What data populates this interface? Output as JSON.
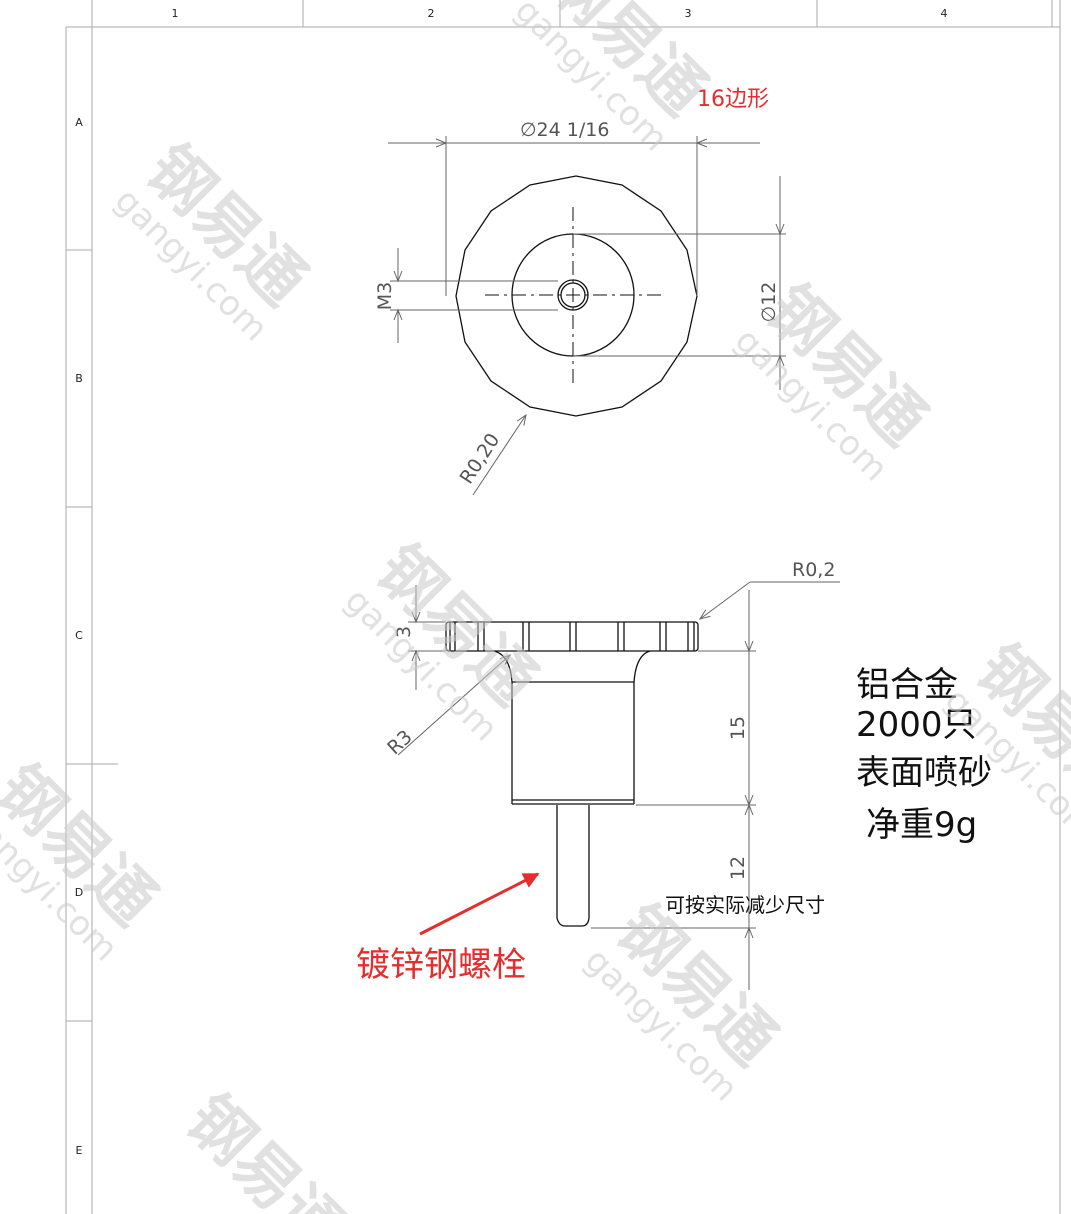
{
  "sheet": {
    "columns": [
      "1",
      "2",
      "3",
      "4"
    ],
    "rows": [
      "A",
      "B",
      "C",
      "D",
      "E"
    ]
  },
  "top_view": {
    "diameter_label": "∅24  1/16",
    "polygon_note": "16边形",
    "thread_label": "M3",
    "inner_diameter_label": "∅12",
    "radius_label": "R0,20"
  },
  "side_view": {
    "radius_small_label": "R0,2",
    "radius_fillet_label": "R3",
    "flange_height_label": "3",
    "body_height_label": "15",
    "bolt_length_label": "12"
  },
  "notes": {
    "material": "铝合金",
    "quantity": "2000只",
    "finish": "表面喷砂",
    "weight": "净重9g",
    "bolt_note": "可按实际减少尺寸",
    "bolt_callout": "镀锌钢螺栓"
  },
  "watermark": {
    "brand": "钢易通",
    "url": "gangyi.com"
  },
  "colors": {
    "line": "#111111",
    "dimension": "#666666",
    "callout": "#e52d2d",
    "watermark": "#c9c9c9"
  }
}
